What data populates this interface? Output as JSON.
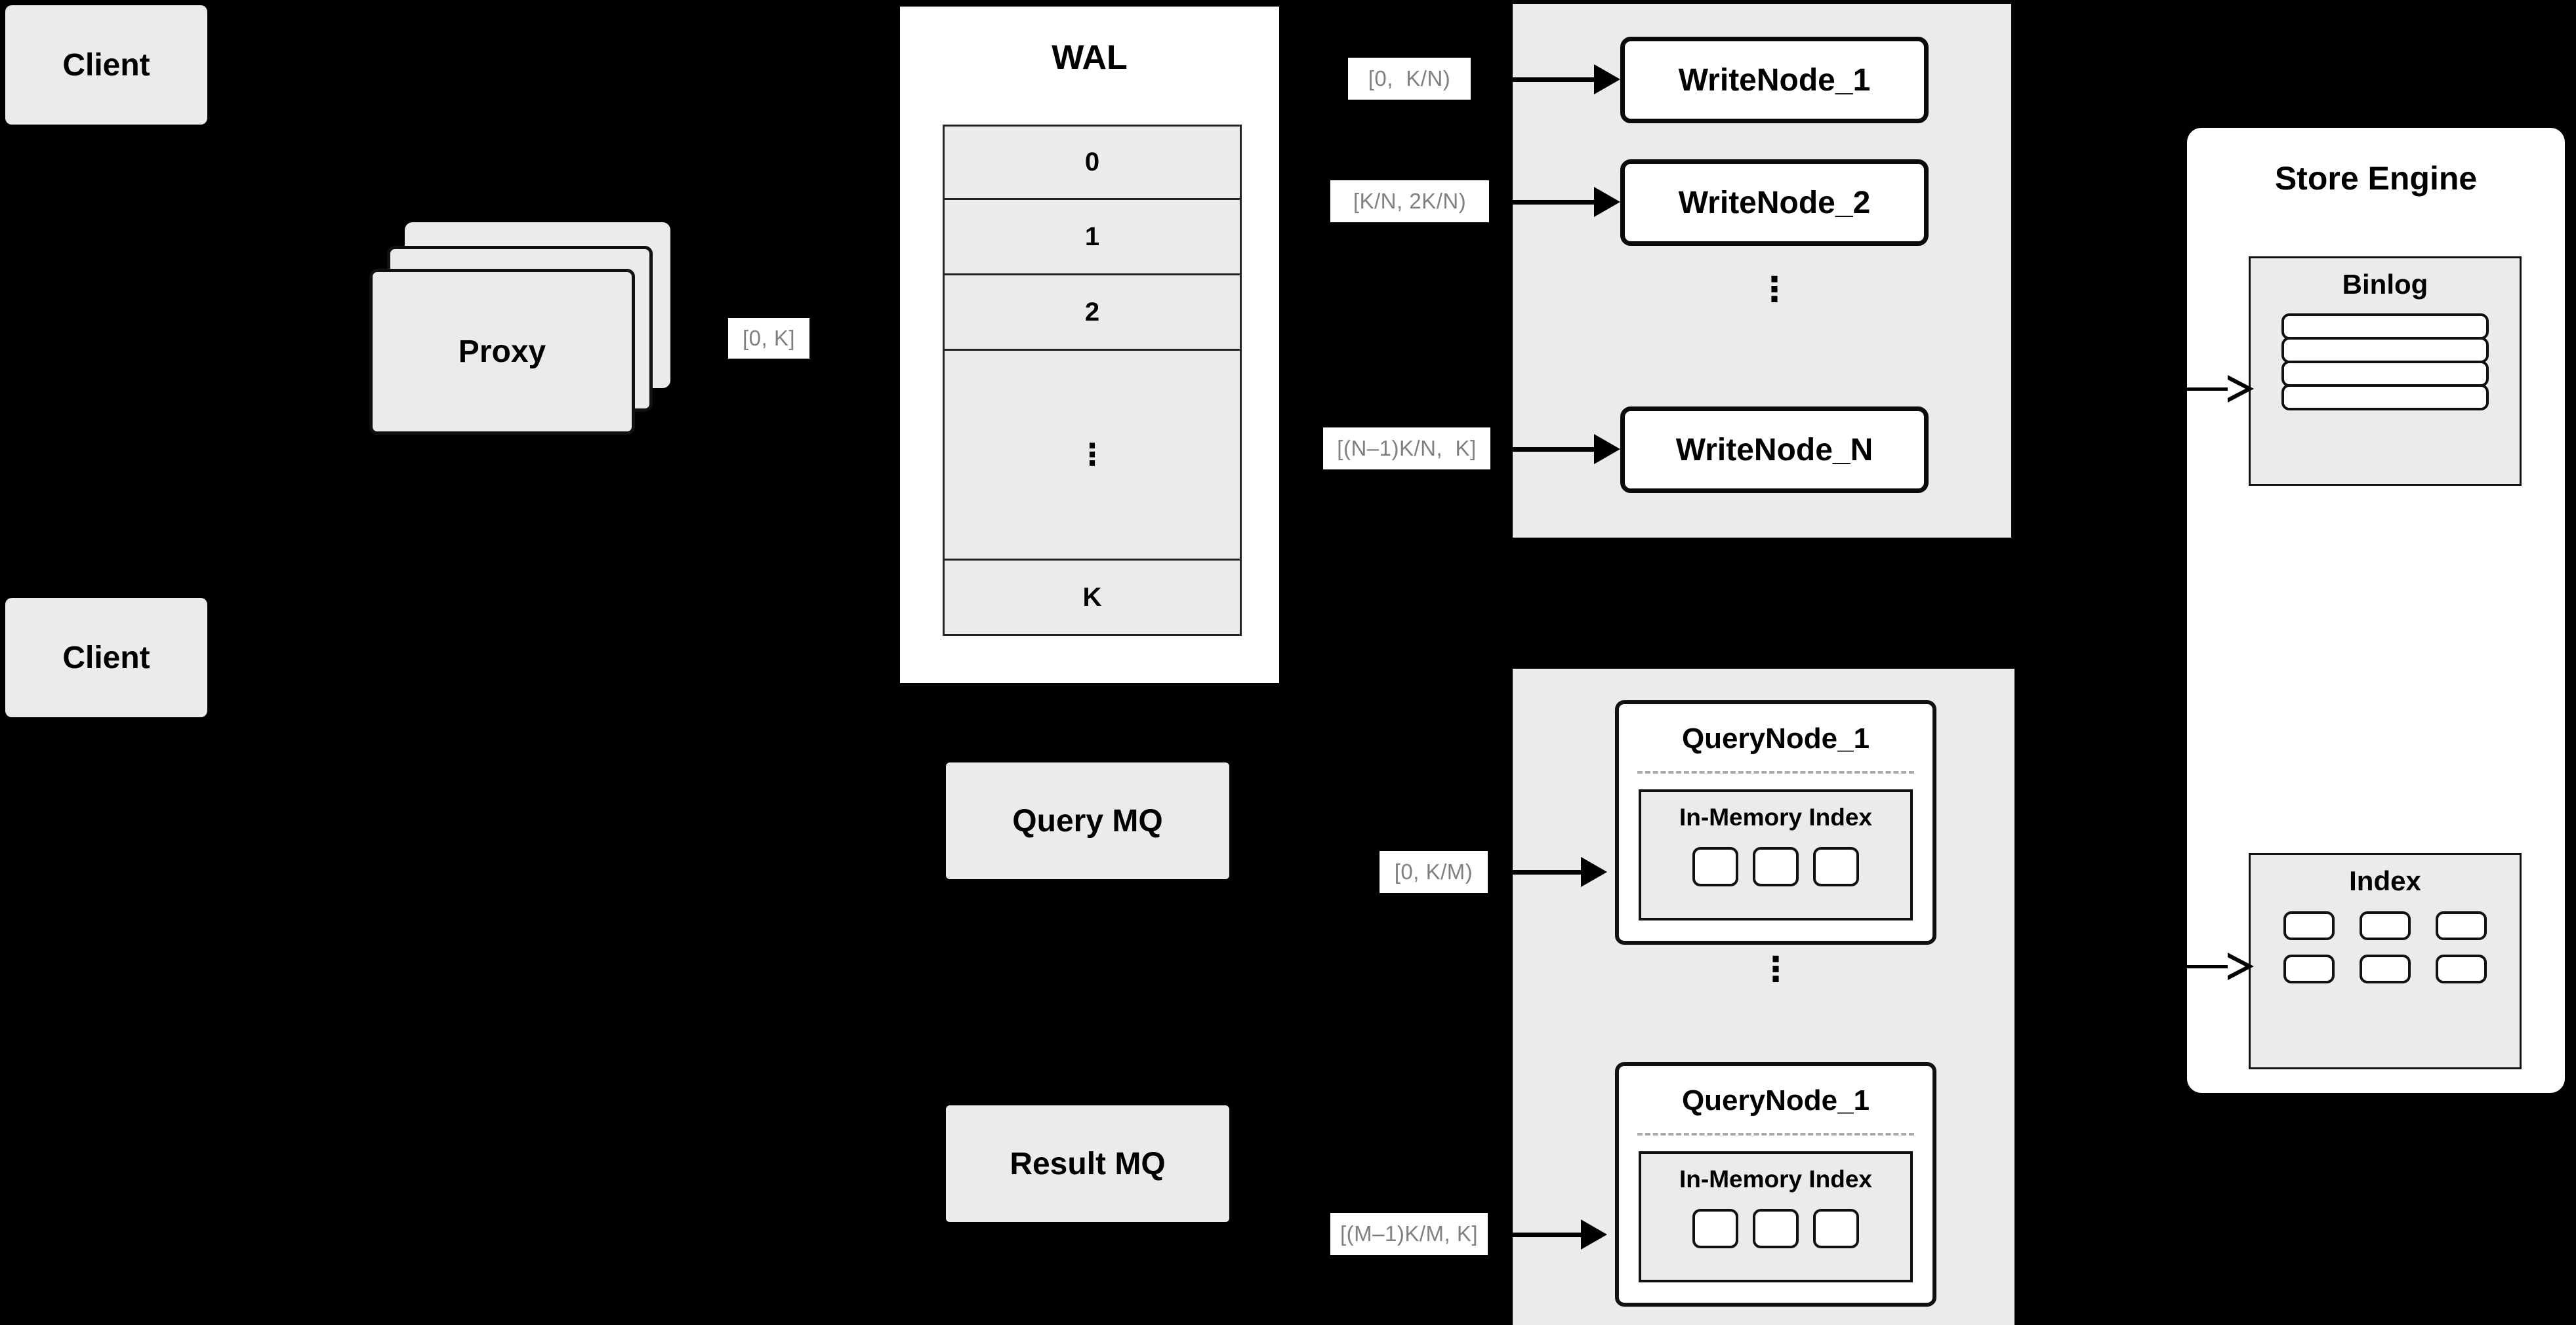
{
  "diagram": {
    "title": "Distributed write/query architecture",
    "background_color": "#000000",
    "node_fill": "#ebebeb",
    "panel_fill": "#ffffff",
    "stroke_color": "#111111",
    "label_text_color": "#808080"
  },
  "clients": [
    {
      "label": "Client"
    },
    {
      "label": "Client"
    }
  ],
  "proxy": {
    "label": "Proxy",
    "stack_count": 3
  },
  "wal": {
    "title": "WAL",
    "rows": [
      "0",
      "1",
      "2",
      "⋮",
      "K"
    ]
  },
  "queues": [
    {
      "label": "Query MQ"
    },
    {
      "label": "Result MQ"
    }
  ],
  "range_labels": {
    "proxy_to_wal": "[0, K]",
    "write_node_1": "[0,  K/N)",
    "write_node_2": "[K/N, 2K/N)",
    "write_node_n": "[(N–1)K/N,  K]",
    "query_node_1": "[0, K/M)",
    "query_node_m": "[(M–1)K/M, K]"
  },
  "write_nodes": {
    "items": [
      {
        "label": "WriteNode_1"
      },
      {
        "label": "WriteNode_2"
      },
      {
        "label": "WriteNode_N"
      }
    ],
    "ellipsis": "⋮"
  },
  "query_nodes": {
    "ellipsis": "⋮",
    "items": [
      {
        "label": "QueryNode_1",
        "index": {
          "title": "In-Memory Index",
          "slot_count": 3
        }
      },
      {
        "label": "QueryNode_1",
        "index": {
          "title": "In-Memory Index",
          "slot_count": 3
        }
      }
    ]
  },
  "store_engine": {
    "title": "Store Engine",
    "binlog": {
      "title": "Binlog",
      "row_count": 4
    },
    "index": {
      "title": "Index",
      "slot_count": 6
    }
  }
}
